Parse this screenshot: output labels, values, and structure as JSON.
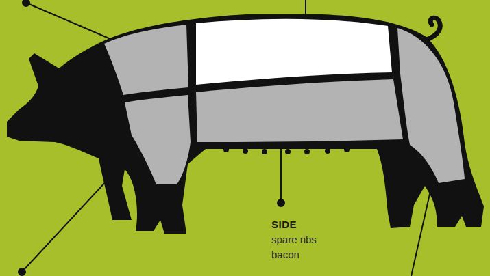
{
  "diagram": {
    "labels": [
      "SIDE",
      "spare ribs",
      "bacon"
    ]
  }
}
